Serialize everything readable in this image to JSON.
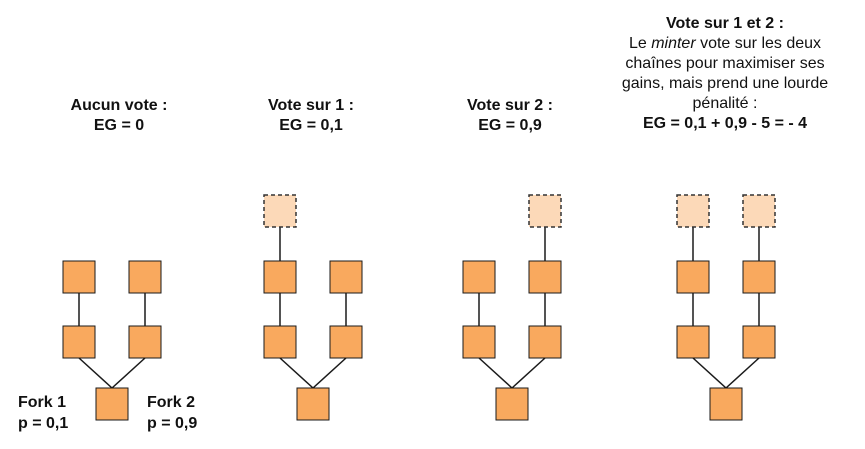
{
  "colors": {
    "block_fill": "#f9a95e",
    "block_stroke": "#1a1a1a",
    "vote_fill": "#fcd9b8",
    "vote_stroke": "#333333",
    "edge": "#1a1a1a"
  },
  "scenarios": [
    {
      "title": "Aucun vote :",
      "eg": "EG = 0",
      "vote_blocks": []
    },
    {
      "title": "Vote sur 1 :",
      "eg": "EG = 0,1",
      "vote_blocks": [
        "fork-1"
      ]
    },
    {
      "title": "Vote sur 2 :",
      "eg": "EG = 0,9",
      "vote_blocks": [
        "fork-2"
      ]
    },
    {
      "title": "Vote sur 1 et 2 :",
      "desc_before": "Le ",
      "desc_em": "minter",
      "desc_line1_after": " vote sur les deux",
      "desc_line2": "chaînes pour maximiser ses",
      "desc_line3": "gains, mais prend une lourde",
      "desc_line4": "pénalité :",
      "eg": "EG = 0,1 + 0,9 - 5 = - 4",
      "vote_blocks": [
        "fork-1",
        "fork-2"
      ]
    }
  ],
  "forks": {
    "fork1": {
      "name": "Fork 1",
      "prob": "p = 0,1"
    },
    "fork2": {
      "name": "Fork 2",
      "prob": "p = 0,9"
    }
  }
}
